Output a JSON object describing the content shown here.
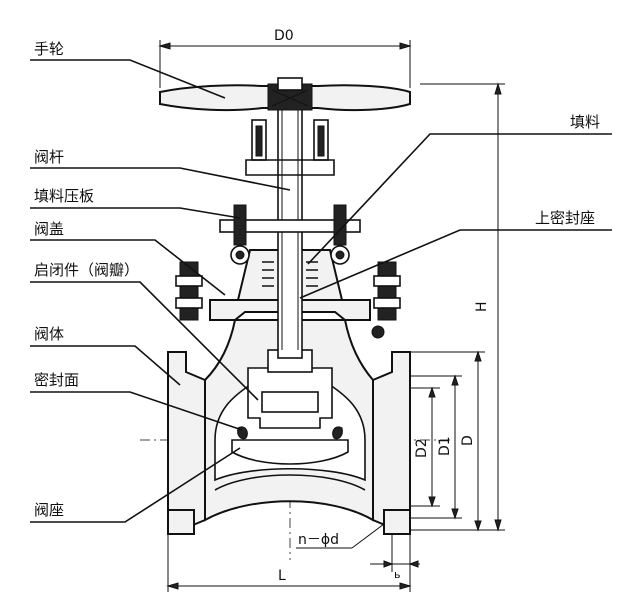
{
  "diagram": {
    "part_labels": {
      "handwheel": "手轮",
      "stem": "阀杆",
      "gland": "填料压板",
      "bonnet": "阀盖",
      "disc": "启闭件（阀瓣）",
      "body": "阀体",
      "sealing_face": "密封面",
      "seat": "阀座",
      "packing": "填料",
      "upper_seal_seat": "上密封座"
    },
    "dimension_labels": {
      "d0": "D0",
      "h": "H",
      "d2": "D2",
      "d1": "D1",
      "d": "D",
      "l": "L",
      "bolt_holes": "n－ϕd",
      "flange_thickness": "ь"
    }
  }
}
